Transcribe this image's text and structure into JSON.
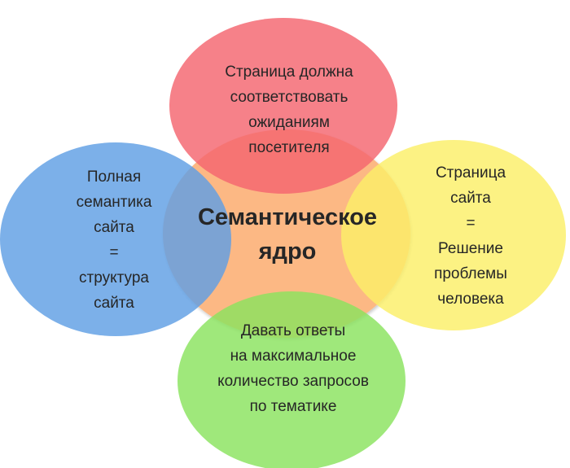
{
  "colors": {
    "top": "#f4656f",
    "left": "#5f9fe4",
    "right": "#fbef68",
    "bottom": "#8ae35e",
    "center": "#fcb57e",
    "text": "#262626"
  },
  "center": {
    "lines": [
      "Семантическое",
      "ядро"
    ]
  },
  "top": {
    "lines": [
      "Страница должна",
      "соответствовать",
      "ожиданиям",
      "посетителя"
    ]
  },
  "left": {
    "lines": [
      "Полная",
      "семантика",
      "сайта",
      "=",
      "структура",
      "сайта"
    ]
  },
  "right": {
    "lines": [
      "Страница",
      "сайта",
      "=",
      "Решение",
      "проблемы",
      "человека"
    ]
  },
  "bottom": {
    "lines": [
      "Давать ответы",
      "на максимальное",
      "количество запросов",
      "по тематике"
    ]
  }
}
